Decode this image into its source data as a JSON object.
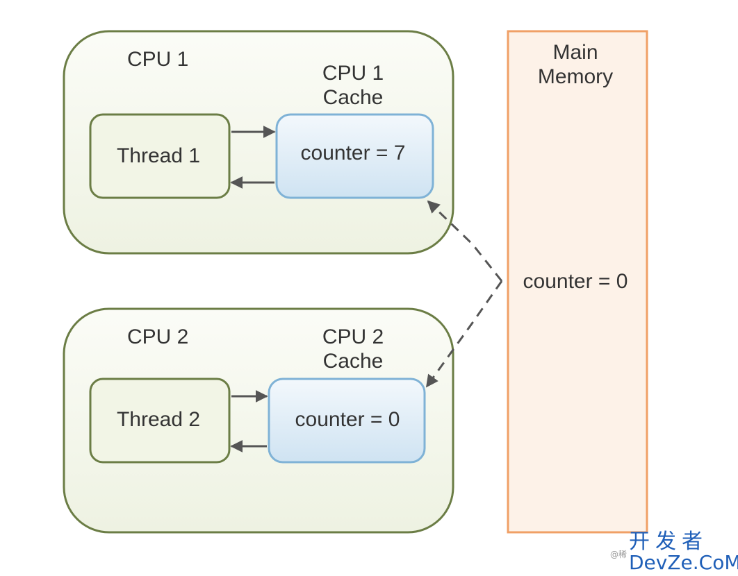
{
  "cpus": [
    {
      "label": "CPU 1",
      "thread_label": "Thread 1",
      "cache_label_line1": "CPU 1",
      "cache_label_line2": "Cache",
      "cache_value": "counter = 7"
    },
    {
      "label": "CPU 2",
      "thread_label": "Thread 2",
      "cache_label_line1": "CPU 2",
      "cache_label_line2": "Cache",
      "cache_value": "counter = 0"
    }
  ],
  "main_memory": {
    "label_line1": "Main",
    "label_line2": "Memory",
    "value": "counter = 0"
  },
  "watermark": {
    "prefix": "@稀",
    "line1": "开发者",
    "line2": "DevZe.CoM"
  },
  "colors": {
    "cpu_border": "#6b7d45",
    "cpu_fill": "#f5f7ee",
    "thread_border": "#6b7d45",
    "thread_fill": "#f2f5e6",
    "cache_border": "#7fb2d6",
    "cache_fill_top": "#f3f8fc",
    "cache_fill_bottom": "#cfe3f2",
    "memory_border": "#f0a066",
    "memory_fill": "#fdf2e8",
    "arrow": "#555555",
    "watermark": "#1f5fb8"
  }
}
